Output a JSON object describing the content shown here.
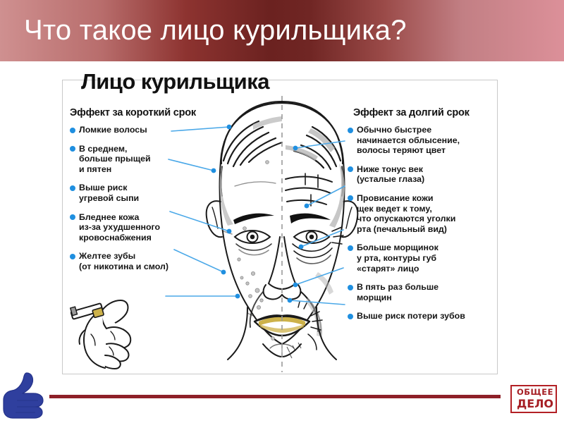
{
  "slide": {
    "title": "Что такое лицо курильщика?",
    "banner_gradient_center": "#6b2220",
    "banner_gradient_edge_left": "#cf9090",
    "banner_gradient_edge_right": "#dc9099",
    "title_color": "#ffffff",
    "background": "#ffffff"
  },
  "infographic": {
    "title": "Лицо курильщика",
    "bullet_color": "#1f8fe0",
    "leader_line_color": "#4aa8e8",
    "frame_border_color": "#c9c9c9",
    "columns": [
      {
        "id": "short-term",
        "header": "Эффект за короткий срок",
        "items": [
          "Ломкие волосы",
          "В среднем,\nбольше прыщей\nи пятен",
          "Выше риск\nугревой сыпи",
          "Бледнее кожа\nиз-за ухудшенного\nкровоснабжения",
          "Желтее зубы\n(от никотина и смол)"
        ]
      },
      {
        "id": "long-term",
        "header": "Эффект за долгий срок",
        "items": [
          "Обычно быстрее\nначинается облысение,\nволосы теряют цвет",
          "Ниже тонус век\n(усталые глаза)",
          "Провисание кожи\nщек ведет к тому,\nчто опускаются уголки\nрта (печальный вид)",
          "Больше морщинок\nу рта, контуры губ\n«старят» лицо",
          "В пять раз больше\nморщин",
          "Выше риск потери зубов"
        ]
      }
    ],
    "artwork": {
      "face": "smoker-face-illustration",
      "divider": "dashed-vertical-center-line",
      "hand": "hand-holding-cigarette-illustration"
    }
  },
  "footer": {
    "rule_color": "#8e2028",
    "thumb_icon": "thumbs-up-icon",
    "logo": {
      "line1": "ОБЩЕЕ",
      "line2": "ДЕЛО",
      "color": "#a61f25",
      "border_color": "#b32025"
    }
  }
}
